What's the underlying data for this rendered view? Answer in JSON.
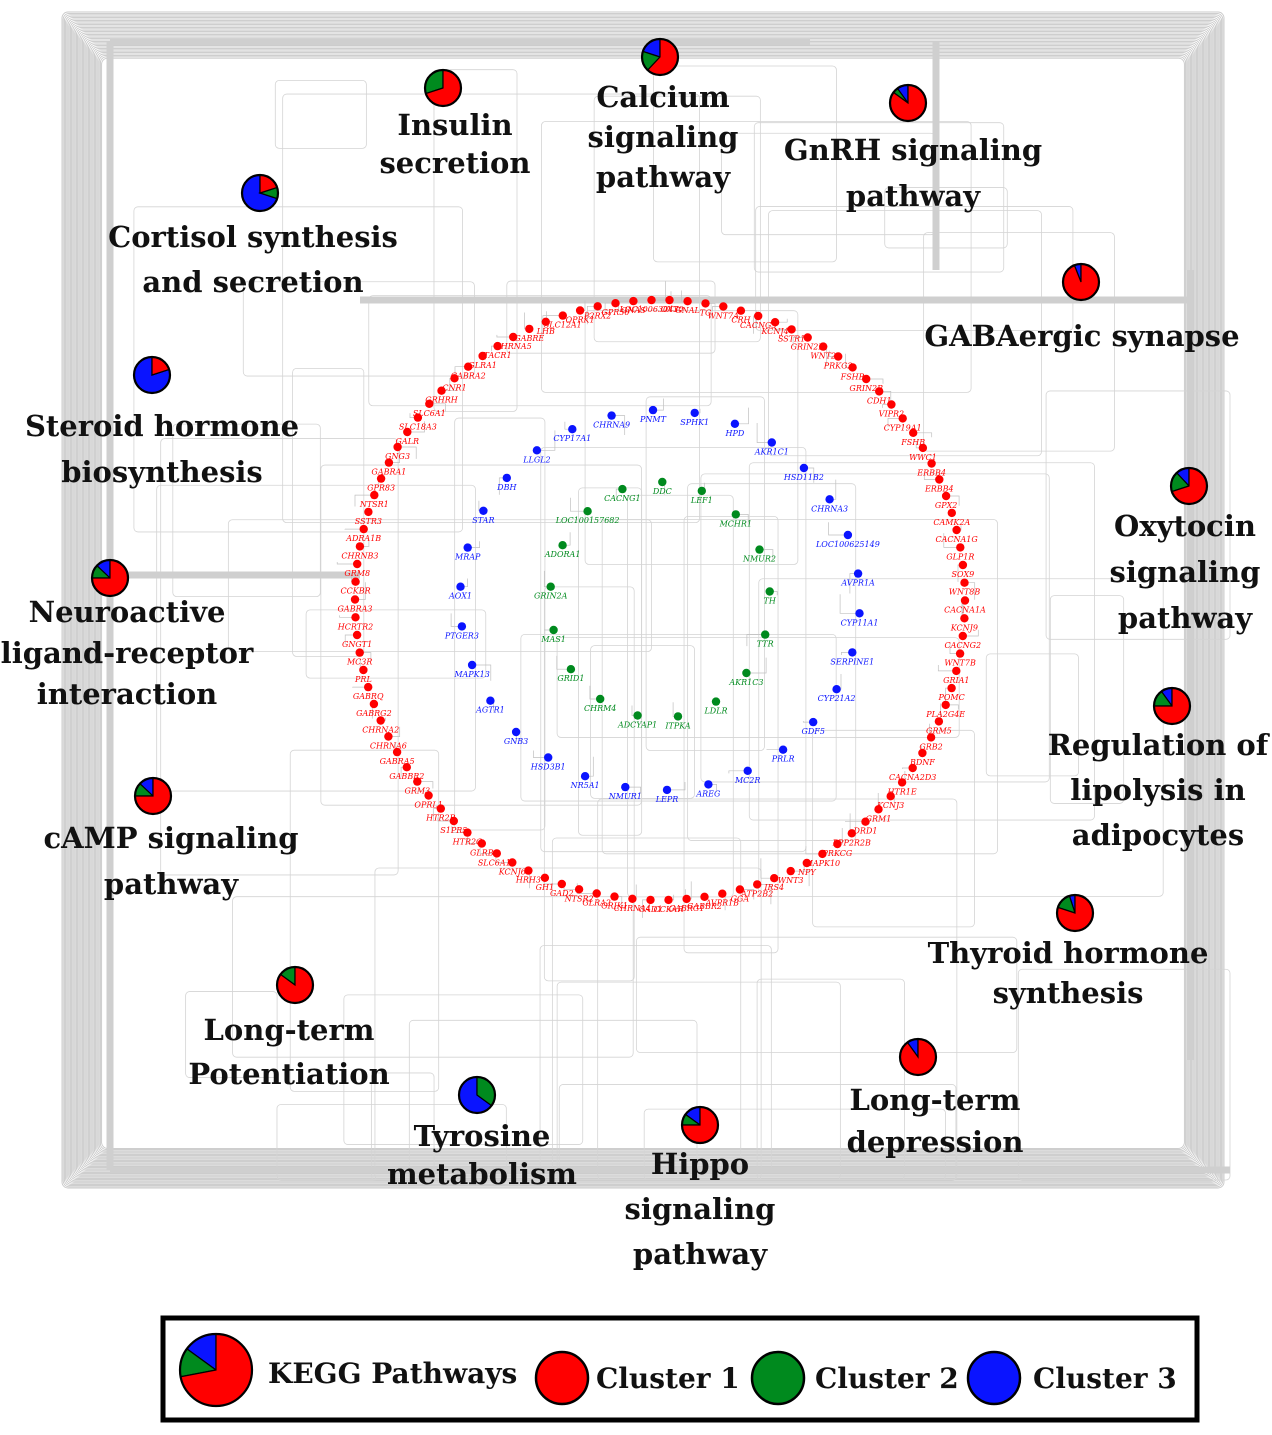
{
  "colors": {
    "cluster1": "#ff0000",
    "cluster2": "#008a1e",
    "cluster3": "#0a14ff",
    "edge": "#c8c8c8"
  },
  "pathways": [
    {
      "id": "calcium",
      "lines": [
        "Calcium",
        "signaling",
        "pathway"
      ],
      "frac": [
        0.62,
        0.18,
        0.2
      ]
    },
    {
      "id": "insulin",
      "lines": [
        "Insulin",
        "secretion"
      ],
      "frac": [
        0.7,
        0.3,
        0.0
      ]
    },
    {
      "id": "gnrh",
      "lines": [
        "GnRH signaling",
        "pathway"
      ],
      "frac": [
        0.85,
        0.05,
        0.1
      ]
    },
    {
      "id": "cortisol",
      "lines": [
        "Cortisol synthesis",
        "and secretion"
      ],
      "frac": [
        0.2,
        0.1,
        0.7
      ]
    },
    {
      "id": "gaba",
      "lines": [
        "GABAergic synapse"
      ],
      "frac": [
        0.94,
        0.0,
        0.06
      ]
    },
    {
      "id": "steroid",
      "lines": [
        "Steroid hormone",
        "biosynthesis"
      ],
      "frac": [
        0.2,
        0.0,
        0.8
      ]
    },
    {
      "id": "oxytocin",
      "lines": [
        "Oxytocin",
        "signaling",
        "pathway"
      ],
      "frac": [
        0.7,
        0.18,
        0.12
      ]
    },
    {
      "id": "neuroactive",
      "lines": [
        "Neuroactive",
        "ligand-receptor",
        "interaction"
      ],
      "frac": [
        0.75,
        0.12,
        0.13
      ]
    },
    {
      "id": "lipolysis",
      "lines": [
        "Regulation of",
        "lipolysis in",
        "adipocytes"
      ],
      "frac": [
        0.75,
        0.15,
        0.1
      ]
    },
    {
      "id": "camp",
      "lines": [
        "cAMP signaling",
        "pathway"
      ],
      "frac": [
        0.75,
        0.12,
        0.13
      ]
    },
    {
      "id": "thyroid",
      "lines": [
        "Thyroid hormone",
        "synthesis"
      ],
      "frac": [
        0.8,
        0.15,
        0.05
      ]
    },
    {
      "id": "ltp",
      "lines": [
        "Long-term",
        "Potentiation"
      ],
      "frac": [
        0.85,
        0.15,
        0.0
      ]
    },
    {
      "id": "ltd",
      "lines": [
        "Long-term",
        "depression"
      ],
      "frac": [
        0.9,
        0.0,
        0.1
      ]
    },
    {
      "id": "tyrosine",
      "lines": [
        "Tyrosine",
        "metabolism"
      ],
      "frac": [
        0.0,
        0.35,
        0.65
      ]
    },
    {
      "id": "hippo",
      "lines": [
        "Hippo",
        "signaling",
        "pathway"
      ],
      "frac": [
        0.75,
        0.1,
        0.15
      ]
    }
  ],
  "genes": {
    "cluster1": [
      "GNAS",
      "LOC100630430",
      "OXT",
      "GNAL",
      "TG",
      "WNT7A",
      "CRH",
      "CACNG3",
      "KCNJ4",
      "SSTR1",
      "GRIN2D",
      "WNT2",
      "PRKG2",
      "FSHB",
      "GRIN2B",
      "CDH1",
      "VIPR2",
      "CYP19A1",
      "FSHB",
      "WWC1",
      "ERBB4",
      "ERBB4",
      "GPX2",
      "CAMK2A",
      "CACNA1G",
      "GLP1R",
      "SOX9",
      "WNT8B",
      "CACNA1A",
      "KCNJ9",
      "CACNG2",
      "WNT7B",
      "GRIA1",
      "POMC",
      "PLA2G4E",
      "GRM5",
      "GRB2",
      "BDNF",
      "CACNA2D3",
      "HTR1E",
      "KCNJ3",
      "GRM1",
      "DRD1",
      "PPP2R2B",
      "PRKCG",
      "MAPK10",
      "NPY",
      "WNT3",
      "IRS4",
      "ATP2B2",
      "GGA",
      "AVPR1B",
      "GABBR2",
      "GABRG1",
      "CCKAR",
      "GAD1",
      "CHRNA4",
      "GRIK1",
      "GLRA2",
      "NTSR2",
      "GAD2",
      "GH1",
      "HRH3",
      "KCNJ6",
      "SLC6A12",
      "GLRB",
      "HTR2C",
      "S1PR5",
      "HTR2B",
      "OPRL1",
      "GRM3",
      "GABBR2",
      "GABRA5",
      "CHRNA6",
      "CHRNA2",
      "GABRG2",
      "GABRQ",
      "PRL",
      "MC3R",
      "GNGT1",
      "HCRTR2",
      "GABRA3",
      "CCKBR",
      "GRM8",
      "CHRNB3",
      "ADRA1B",
      "SSTR3",
      "NTSR1",
      "GPR83",
      "GABRA1",
      "GNG3",
      "GALR",
      "SLC18A3",
      "SLC6A1",
      "GRHRH",
      "CNR1",
      "GABRA2",
      "GLRA1",
      "TACR1",
      "CHRNA5",
      "GABRE",
      "LHB",
      "SLC12A1",
      "OPRK1",
      "P2RX2",
      "GPR50"
    ],
    "cluster2": [
      "CACNG1",
      "DDC",
      "LEF1",
      "MCHR1",
      "NMUR2",
      "TH",
      "TTR",
      "AKR1C3",
      "LDLR",
      "ITPKA",
      "ADCYAP1",
      "CHRM4",
      "GRID1",
      "MAS1",
      "GRIN2A",
      "ADORA1",
      "LOC100157682"
    ],
    "cluster3": [
      "SPHK1",
      "HPD",
      "AKR1C1",
      "HSD11B2",
      "CHRNA3",
      "LOC100625149",
      "AVPR1A",
      "CYP11A1",
      "SERPINE1",
      "CYP21A2",
      "GDF5",
      "PRLR",
      "MC2R",
      "AREG",
      "LEPR",
      "NMUR1",
      "NR5A1",
      "HSD3B1",
      "GNB3",
      "AGTR1",
      "MAPK13",
      "PTGER3",
      "AOX1",
      "MRAP",
      "STAR",
      "DBH",
      "LLGL2",
      "CYP17A1",
      "CHRNA9",
      "PNMT"
    ]
  },
  "legend": {
    "pathways_label": "KEGG Pathways",
    "c1": "Cluster 1",
    "c2": "Cluster 2",
    "c3": "Cluster 3"
  }
}
